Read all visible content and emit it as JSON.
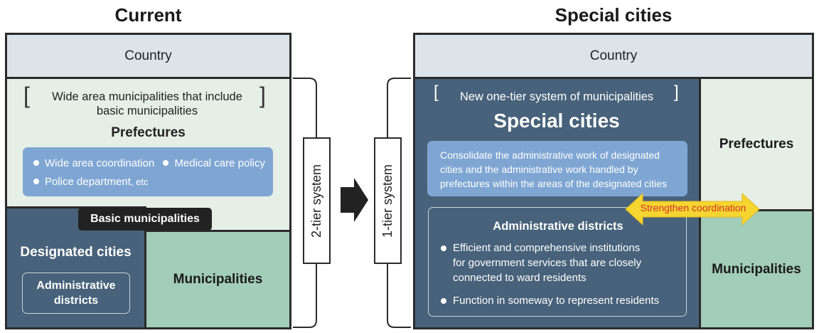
{
  "left": {
    "heading": "Current",
    "country": "Country",
    "wide_area_text_1": "Wide area municipalities that include",
    "wide_area_text_2": "basic municipalities",
    "prefectures": "Prefectures",
    "bullets": [
      "Wide area coordination",
      "Medical care policy",
      "Police department"
    ],
    "bullet_suffix": ", etc",
    "basic_municipalities": "Basic municipalities",
    "designated_cities": "Designated cities",
    "admin_districts_1": "Administrative",
    "admin_districts_2": "districts",
    "municipalities": "Municipalities"
  },
  "middle": {
    "two_tier": "2-tier system",
    "one_tier": "1-tier system"
  },
  "right": {
    "heading": "Special cities",
    "country": "Country",
    "new_system": "New one-tier system of municipalities",
    "special_cities": "Special cities",
    "consolidate_lines": [
      "Consolidate the administrative work of designated",
      "cities and the administrative work handled by",
      "prefectures within the areas of the designated cities"
    ],
    "admin_districts": "Administrative districts",
    "admin_bullet_1_lines": [
      "Efficient and comprehensive institutions",
      "for government services that are closely",
      "connected to ward residents"
    ],
    "admin_bullet_2": "Function in someway to represent residents",
    "prefectures": "Prefectures",
    "municipalities": "Municipalities",
    "strengthen": "Strengthen coordination"
  },
  "colors": {
    "country_bg": "#dce4ea",
    "prefecture_bg": "#e6efe6",
    "blue_box": "#7fa6d3",
    "dark_panel": "#47627a",
    "green_panel": "#a2cdb8",
    "arrow_yellow": "#f6d531",
    "strengthen_text": "#d0332a"
  }
}
